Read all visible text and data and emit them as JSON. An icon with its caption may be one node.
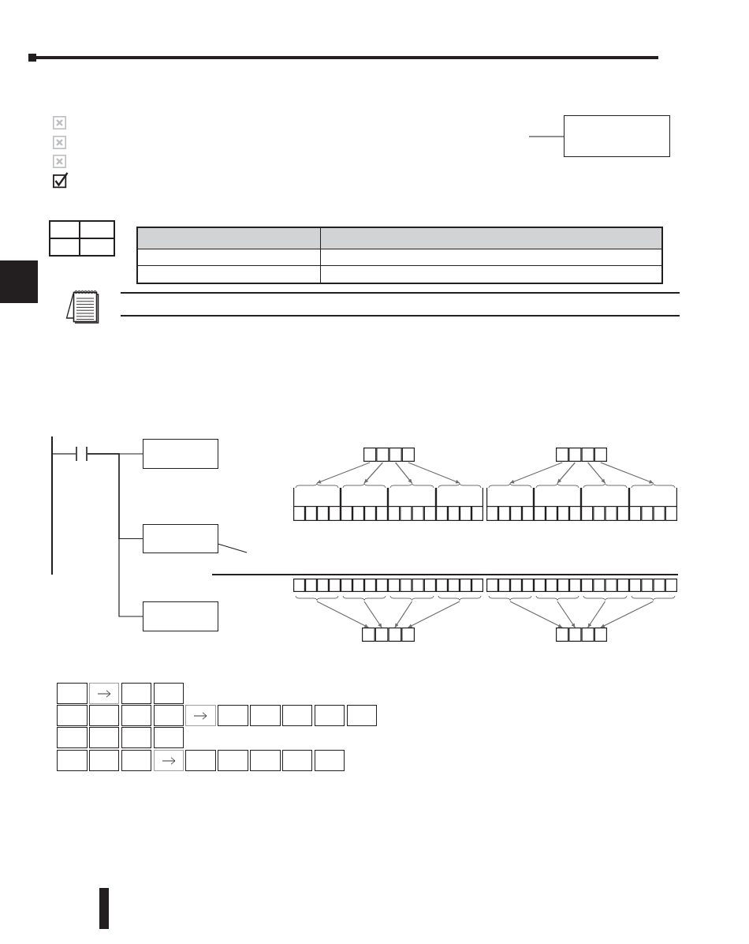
{
  "diagram": {
    "nodes": [
      {
        "text": [],
        "shape": "box"
      },
      {
        "text": [],
        "shape": "bar"
      },
      {
        "text": [],
        "shape": "contact"
      },
      {
        "text": [],
        "shape": "box"
      },
      {
        "text": [],
        "shape": "cells"
      },
      {
        "text": [],
        "shape": "cells"
      },
      {
        "text": [],
        "shape": "cells"
      },
      {
        "text": [],
        "shape": "cells"
      },
      {
        "text": [],
        "shape": "cells"
      },
      {
        "text": [],
        "shape": "cells"
      },
      {
        "text": [],
        "shape": "cells"
      },
      {
        "text": [],
        "shape": "cells"
      },
      {
        "text": [],
        "shape": "cells"
      },
      {
        "text": [],
        "shape": "cells"
      },
      {
        "text": [],
        "shape": "box"
      },
      {
        "text": [],
        "shape": "cells"
      },
      {
        "text": [],
        "shape": "cells"
      },
      {
        "text": [],
        "shape": "cells"
      },
      {
        "text": [],
        "shape": "cells"
      },
      {
        "text": [],
        "shape": "cells"
      },
      {
        "text": [],
        "shape": "cells"
      },
      {
        "text": [],
        "shape": "cells"
      },
      {
        "text": [],
        "shape": "cells"
      },
      {
        "text": [],
        "shape": "box"
      },
      {
        "text": [],
        "shape": "cells"
      },
      {
        "text": [],
        "shape": "cells"
      }
    ],
    "edges": [
      {
        "from": null,
        "to": 0,
        "arrow": "none",
        "color": "#231f20"
      },
      {
        "from": 1,
        "to": 2,
        "arrow": "none",
        "color": "#231f20"
      },
      {
        "from": 2,
        "to": 3,
        "arrow": "none",
        "color": "#231f20"
      },
      {
        "from": 2,
        "to": 14,
        "arrow": "none",
        "color": "#231f20"
      },
      {
        "from": 2,
        "to": 23,
        "arrow": "none",
        "color": "#231f20"
      },
      {
        "from": 4,
        "to": 6,
        "arrow": "to"
      },
      {
        "from": 4,
        "to": 7,
        "arrow": "to"
      },
      {
        "from": 4,
        "to": 8,
        "arrow": "to"
      },
      {
        "from": 4,
        "to": 9,
        "arrow": "to"
      },
      {
        "from": 5,
        "to": 10,
        "arrow": "to"
      },
      {
        "from": 5,
        "to": 11,
        "arrow": "to"
      },
      {
        "from": 5,
        "to": 12,
        "arrow": "to"
      },
      {
        "from": 5,
        "to": 13,
        "arrow": "to"
      },
      {
        "from": null,
        "to": 14,
        "arrow": "none",
        "color": "#231f20"
      },
      {
        "from": 15,
        "to": 24,
        "arrow": "to"
      },
      {
        "from": 16,
        "to": 24,
        "arrow": "to"
      },
      {
        "from": 17,
        "to": 24,
        "arrow": "to"
      },
      {
        "from": 18,
        "to": 24,
        "arrow": "to"
      },
      {
        "from": 19,
        "to": 25,
        "arrow": "to"
      },
      {
        "from": 20,
        "to": 25,
        "arrow": "to"
      },
      {
        "from": 21,
        "to": 25,
        "arrow": "to"
      },
      {
        "from": 22,
        "to": 25,
        "arrow": "to"
      }
    ]
  }
}
